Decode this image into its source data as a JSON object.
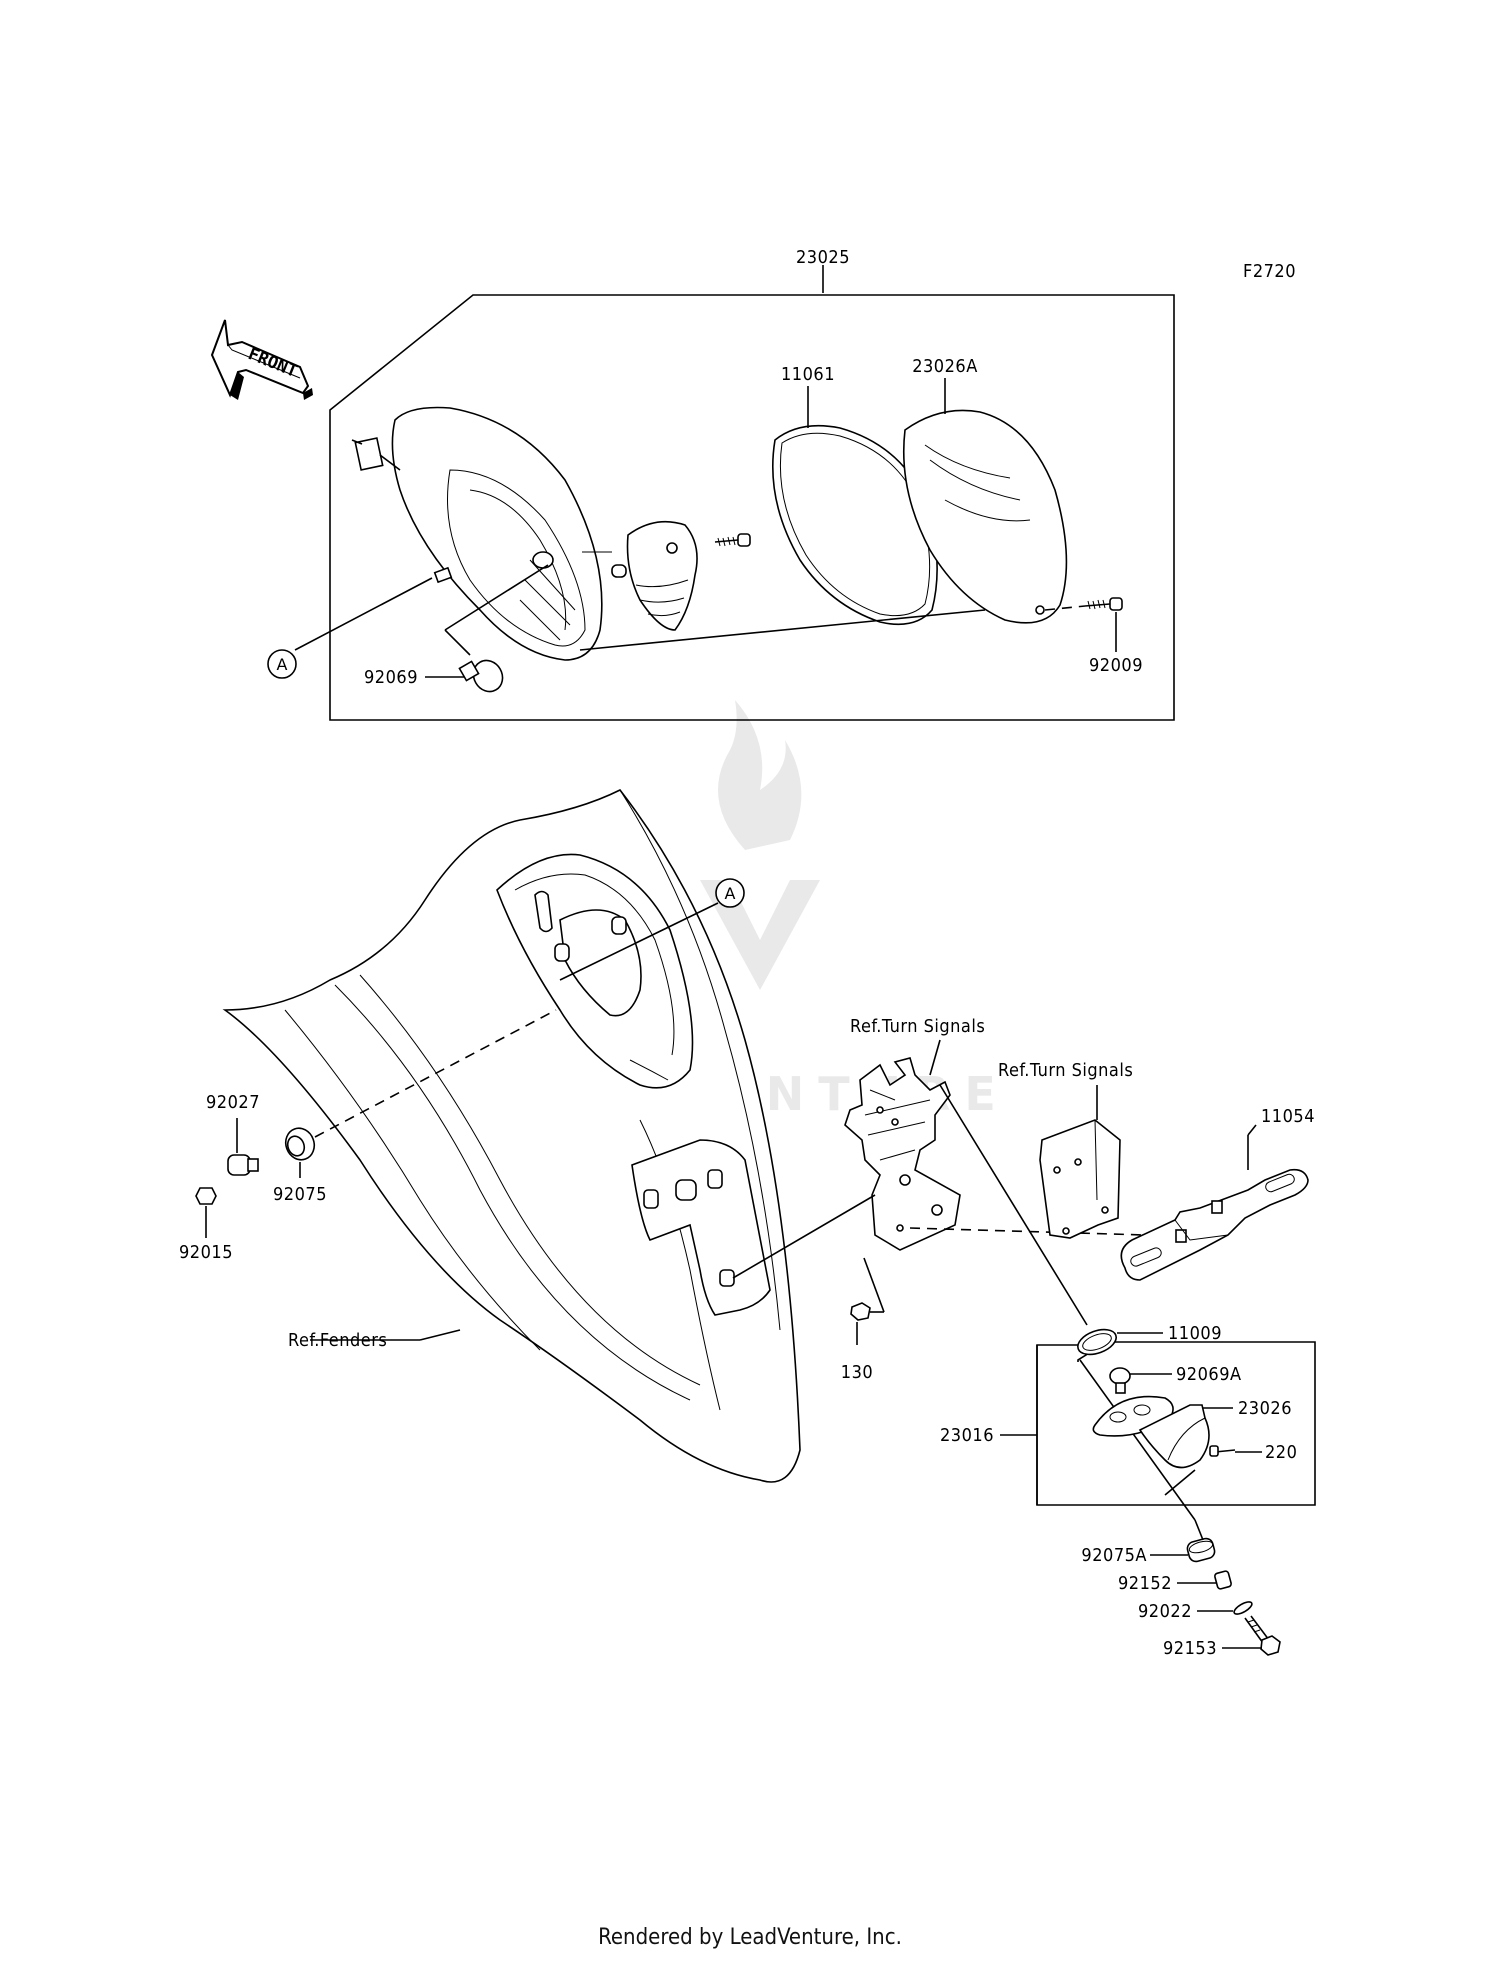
{
  "figure_code": "F2720",
  "front_label": "FRONT",
  "callout_a": "A",
  "parts": {
    "p23025": "23025",
    "p11061": "11061",
    "p23026A": "23026A",
    "p92009": "92009",
    "p92069": "92069",
    "p92027": "92027",
    "p92075": "92075",
    "p92015": "92015",
    "p11054": "11054",
    "p130": "130",
    "p11009": "11009",
    "p92069A": "92069A",
    "p23026": "23026",
    "p220": "220",
    "p23016": "23016",
    "p92075A": "92075A",
    "p92152": "92152",
    "p92022": "92022",
    "p92153": "92153"
  },
  "refs": {
    "turn_signals_1": "Ref.Turn Signals",
    "turn_signals_2": "Ref.Turn Signals",
    "fenders": "Ref.Fenders"
  },
  "watermark": "LEADVENTURE",
  "footer": "Rendered by LeadVenture, Inc."
}
